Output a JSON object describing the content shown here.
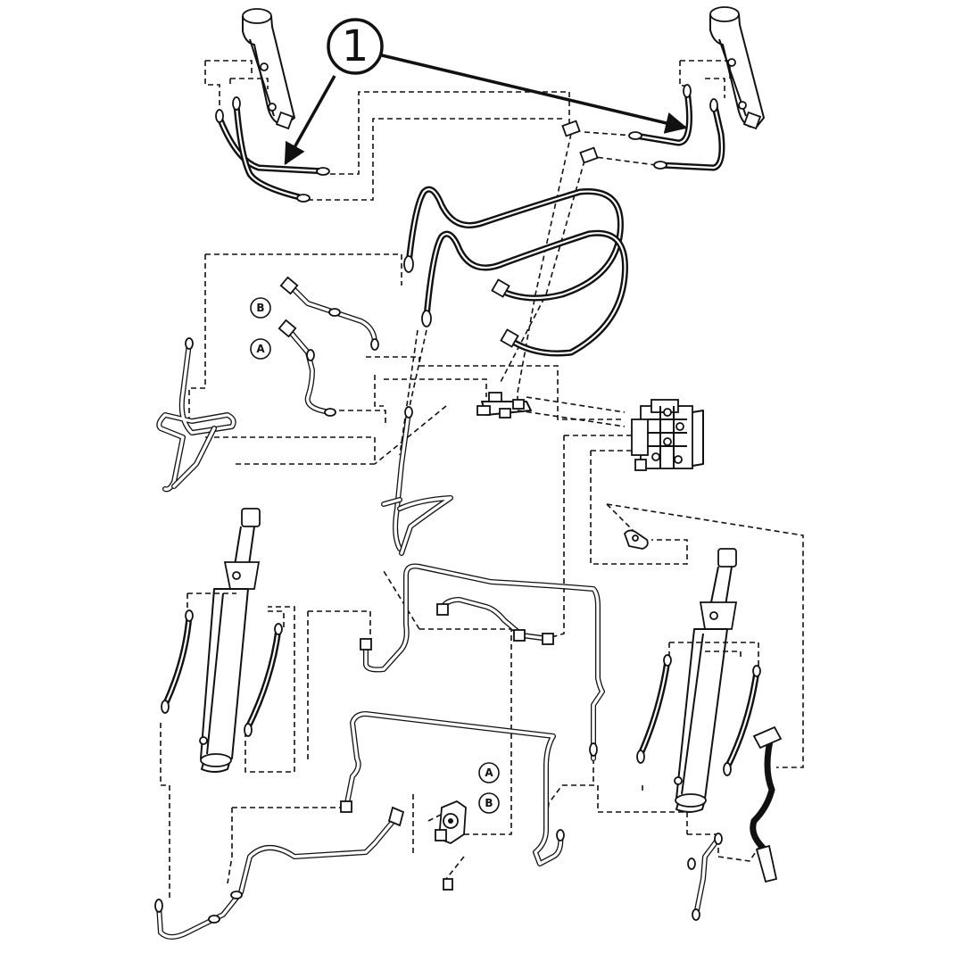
{
  "callout": {
    "number": "1"
  },
  "port_labels": {
    "upper_b": "B",
    "upper_a": "A",
    "lower_a": "A",
    "lower_b": "B"
  },
  "colors": {
    "ink": "#111111",
    "background": "#ffffff"
  }
}
